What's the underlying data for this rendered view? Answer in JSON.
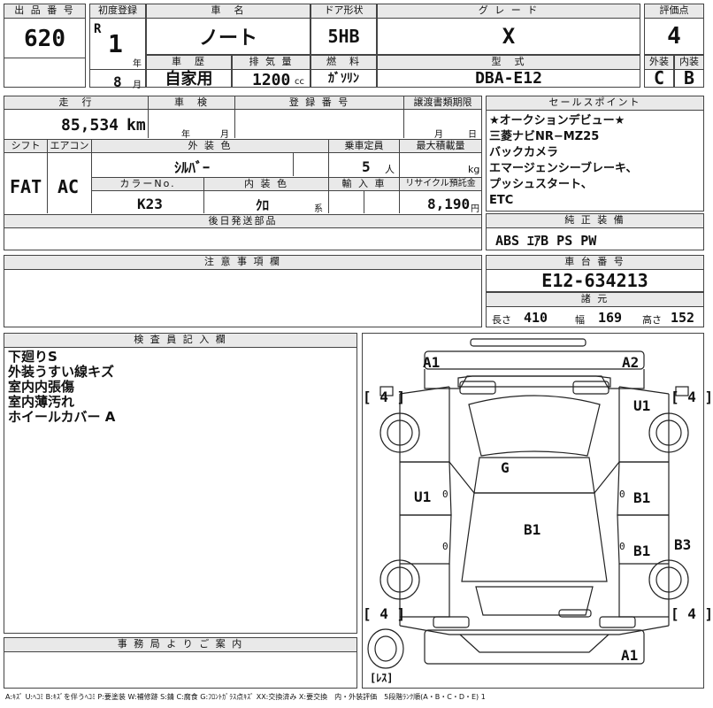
{
  "header": {
    "lot_label": "出 品 番 号",
    "lot_value": "620",
    "first_reg_label": "初度登録",
    "era": "R",
    "year": "1",
    "year_unit": "年",
    "month": "8",
    "month_unit": "月",
    "car_name_label": "車　名",
    "car_name": "ノート",
    "door_label": "ドア形状",
    "door_value": "5HB",
    "grade_label": "グ レ ー ド",
    "grade_value": "X",
    "score_label": "評価点",
    "score_value": "4",
    "history_label": "車　歴",
    "history_value": "自家用",
    "displacement_label": "排 気 量",
    "displacement_value": "1200",
    "displacement_unit": "cc",
    "fuel_label": "燃　料",
    "fuel_value": "ｶﾞｿﾘﾝ",
    "model_label": "型　式",
    "model_value": "DBA-E12",
    "exterior_label": "外装",
    "exterior_value": "C",
    "interior_label": "内装",
    "interior_value": "B"
  },
  "details": {
    "mileage_label": "走　行",
    "mileage_value": "85,534",
    "mileage_unit": "km",
    "inspection_label": "車　検",
    "inspection_year_unit": "年",
    "inspection_month_unit": "月",
    "reg_no_label": "登 録 番 号",
    "transfer_label": "譲渡書類期限",
    "transfer_month_unit": "月",
    "transfer_day_unit": "日",
    "shift_label": "シフト",
    "shift_value": "FAT",
    "ac_label": "エアコン",
    "ac_value": "AC",
    "color_label": "外 装 色",
    "color_value": "ｼﾙﾊﾞｰ",
    "capacity_label": "乗車定員",
    "capacity_value": "5",
    "capacity_unit": "人",
    "load_label": "最大積載量",
    "load_unit": "kg",
    "color_no_label": "カラーNo.",
    "color_no_value": "K23",
    "interior_color_label": "内 装 色",
    "interior_color_value": "ｸﾛ",
    "interior_color_unit": "系",
    "import_label": "輸 入 車",
    "recycle_label": "リサイクル預託金",
    "recycle_value": "8,190",
    "recycle_unit": "円",
    "later_parts_label": "後日発送部品",
    "notes_label": "注 意 事 項 欄",
    "office_label": "事 務 局 よ り ご 案 内"
  },
  "sales": {
    "label": "セールスポイント",
    "lines": [
      "★オークションデビュー★",
      "三菱ナビNR−MZ25",
      "バックカメラ",
      "エマージェンシーブレーキ、",
      "プッシュスタート、",
      "ETC"
    ]
  },
  "equipment": {
    "label": "純 正 装 備",
    "value": "ABS ｴｱB PS PW"
  },
  "chassis": {
    "label": "車 台 番 号",
    "value": "E12-634213"
  },
  "specs": {
    "label": "諸 元",
    "length_label": "長さ",
    "length_value": "410",
    "width_label": "幅",
    "width_value": "169",
    "height_label": "高さ",
    "height_value": "152"
  },
  "inspector": {
    "label": "検 査 員 記 入 欄",
    "lines": [
      "下廻りS",
      "外装うすい線キズ",
      "室内内張傷",
      "室内薄汚れ",
      "ホイールカバー A"
    ]
  },
  "diagram": {
    "marks": {
      "a1_top": "A1",
      "a2_top": "A2",
      "u1_right": "U1",
      "g": "G",
      "u1_left": "U1",
      "b1_right_upper": "B1",
      "b1_center": "B1",
      "b1_right_lower": "B1",
      "b3": "B3",
      "a1_bottom": "A1",
      "tire_fl": "[ 4 ]",
      "tire_fr": "[ 4 ]",
      "tire_rl": "[ 4 ]",
      "tire_rr": "[ 4 ]",
      "spare": "[ﾚｽ]",
      "zero_l1": "0",
      "zero_l2": "0",
      "zero_r1": "0",
      "zero_r2": "0"
    }
  },
  "legend": "A:ｷｽﾞ U:ﾍｺﾐ B:ｷｽﾞを伴うﾍｺﾐ P:要塗装 W:補修跡 S:錆 C:腐食 G:ﾌﾛﾝﾄｶﾞﾗｽ点ｷｽﾞ XX:交換済み X:要交換　内・外装評価　5段階ﾗﾝｸ順(A・B・C・D・E) 1"
}
